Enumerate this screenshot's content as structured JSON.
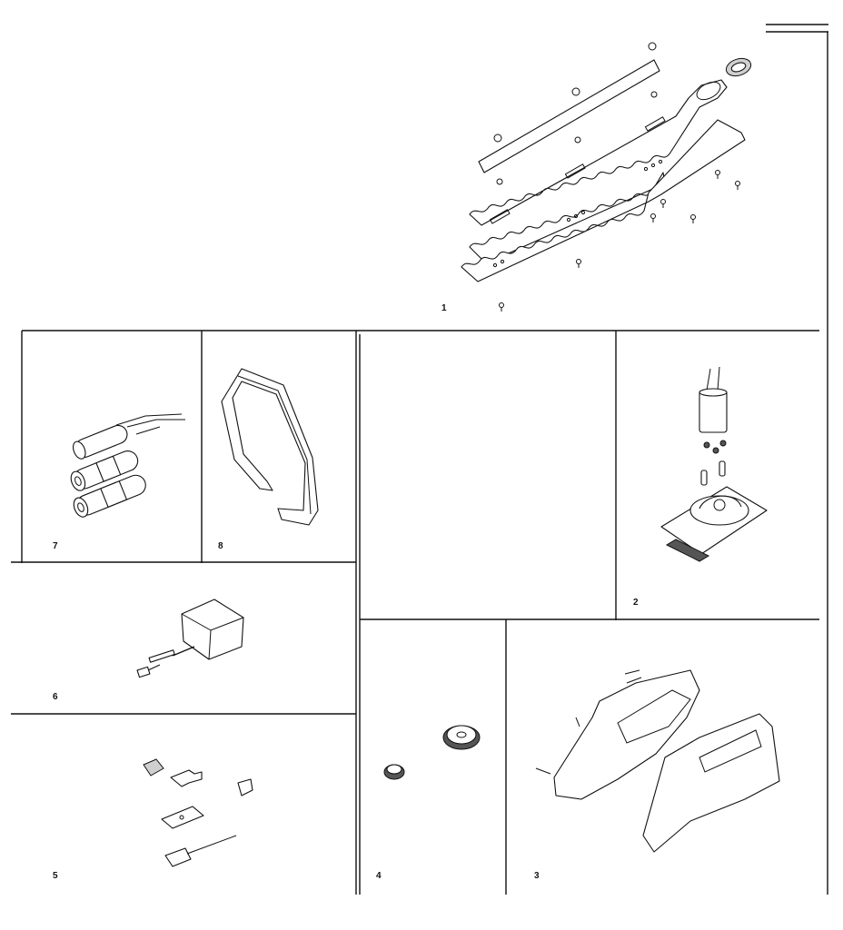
{
  "panels": [
    {
      "id": "blades",
      "label": "1"
    },
    {
      "id": "motor",
      "label": "2"
    },
    {
      "id": "housing",
      "label": "3"
    },
    {
      "id": "gears",
      "label": "4"
    },
    {
      "id": "switch-parts",
      "label": "5"
    },
    {
      "id": "charger",
      "label": "6"
    },
    {
      "id": "battery-pack",
      "label": "7"
    },
    {
      "id": "handle",
      "label": "8"
    }
  ],
  "colors": {
    "ink": "#111111",
    "paper": "#ffffff"
  }
}
